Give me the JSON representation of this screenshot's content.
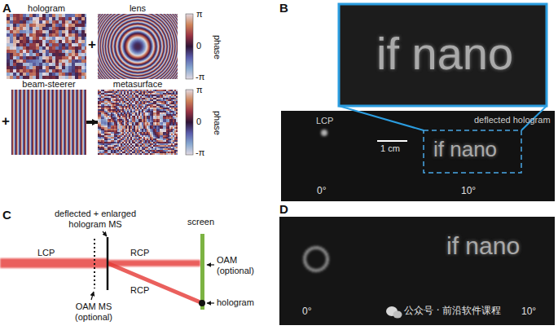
{
  "diagram": {
    "nodes": [
      {
        "text": [
          "hologram"
        ]
      },
      {
        "text": [
          "lens"
        ]
      },
      {
        "text": [
          "beam-steerer"
        ]
      },
      {
        "text": [
          "metasurface"
        ]
      }
    ],
    "edges": [
      {
        "from": 2,
        "to": 3,
        "arrow": "to"
      }
    ],
    "labels": [
      "A",
      "π",
      "0",
      "-π",
      "phase",
      "+",
      "+",
      "π",
      "0",
      "-π",
      "phase",
      "B",
      "if nano",
      "LCP",
      "deflected hologram",
      "1 cm",
      "if nano",
      "0°",
      "10°",
      "C",
      "deflected + enlarged hologram MS",
      "screen",
      "LCP",
      "RCP",
      "RCP",
      "OAM (optional)",
      "hologram",
      "OAM MS (optional)",
      "D",
      "if nano",
      "0°",
      "10°",
      "公众号 · 前沿软件课程"
    ]
  }
}
